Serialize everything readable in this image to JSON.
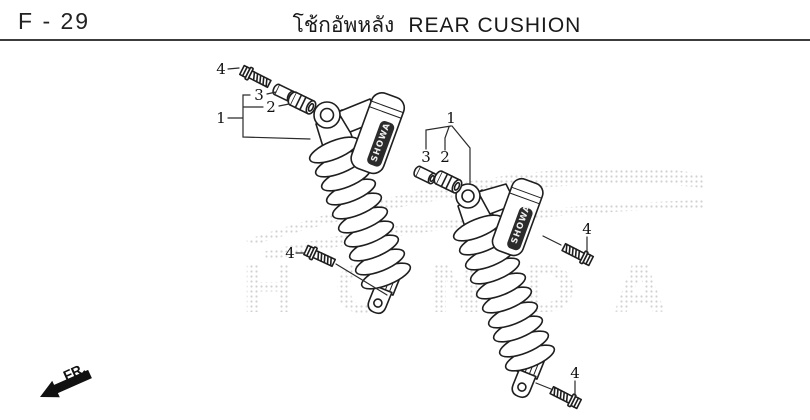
{
  "header": {
    "page_code": "F - 29",
    "title_thai": "โช้กอัพหลัง",
    "title_en": "REAR CUSHION"
  },
  "diagram": {
    "callouts": {
      "cushion_assembly": "1",
      "bushing": "2",
      "collar": "3",
      "bolt": "4"
    },
    "reservoir_brand": "SHOWA",
    "watermark": "HONDA",
    "fr_label": "FR.",
    "colors": {
      "line": "#1f1f1f",
      "background": "#ffffff",
      "watermark_dot": "#cdcdcd",
      "reservoir_label": "#2b2b2b"
    }
  }
}
